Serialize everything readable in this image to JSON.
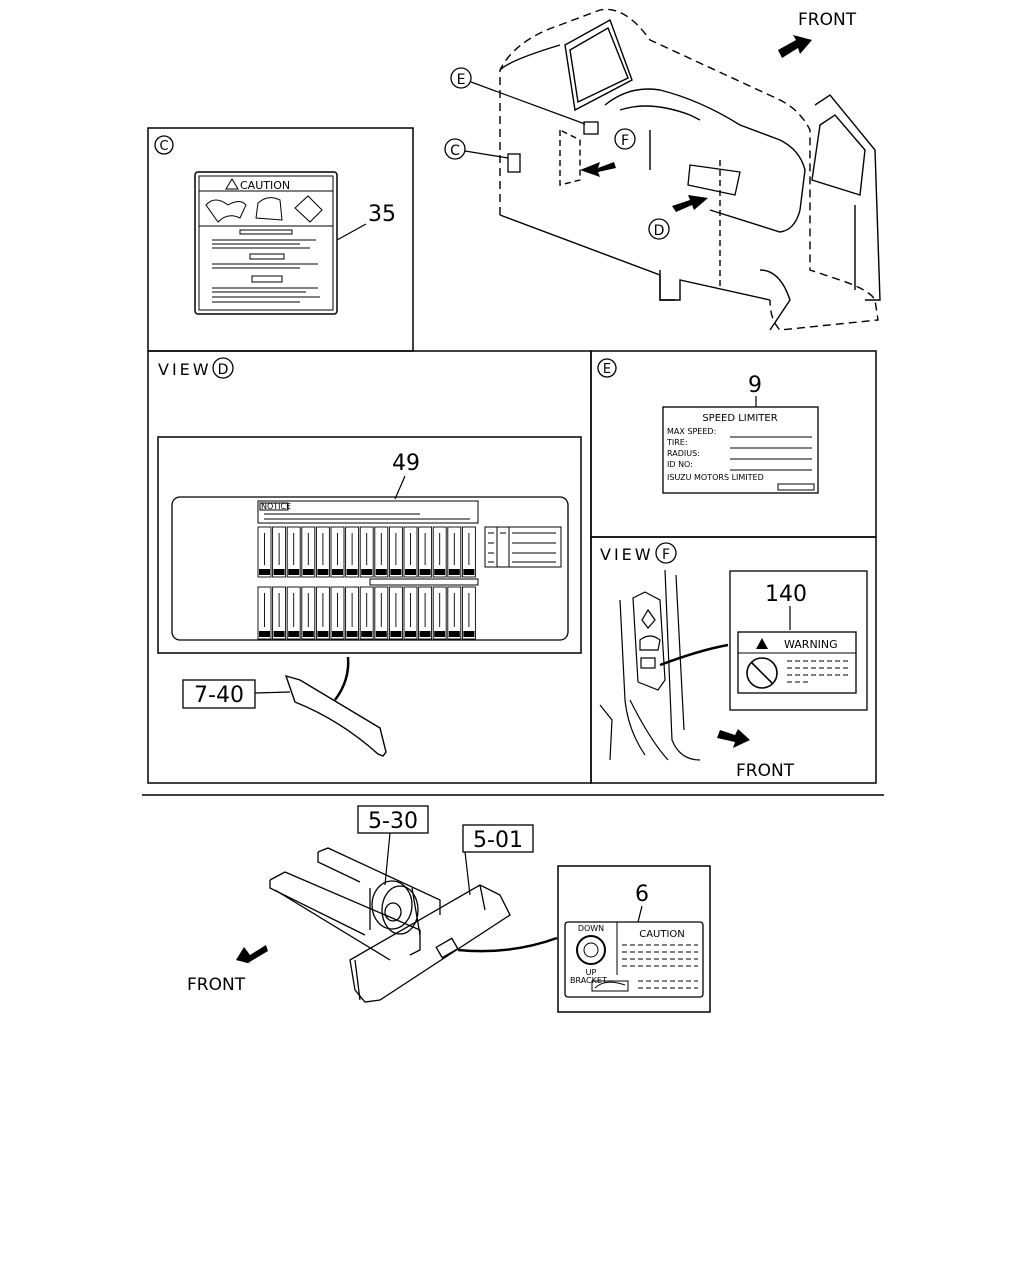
{
  "labels": {
    "front_top": "FRONT",
    "front_view_f": "FRONT",
    "front_bottom": "FRONT",
    "view_d_title": "VIEW",
    "view_f_title": "VIEW"
  },
  "callouts": {
    "c": "C",
    "d": "D",
    "e": "E",
    "f": "F"
  },
  "part_numbers": {
    "caution_label": "35",
    "notice_panel": "49",
    "glovebox_ref": "7-40",
    "speed_limiter_label": "9",
    "warning_label": "140",
    "frame_ref_a": "5-30",
    "frame_ref_b": "5-01",
    "spare_tire_label": "6"
  },
  "caution_plate": {
    "title": "CAUTION"
  },
  "speed_limiter_plate": {
    "title": "SPEED LIMITER",
    "rows": [
      "MAX SPEED:",
      "TIRE:",
      "RADIUS:",
      "ID NO:"
    ],
    "maker": "ISUZU MOTORS LIMITED"
  },
  "warning_plate": {
    "title": "WARNING"
  },
  "notice_panel": {
    "title": "NOTICE"
  },
  "spare_plate": {
    "down": "DOWN",
    "up": "UP",
    "bracket": "BRACKET",
    "caution": "CAUTION"
  },
  "colors": {
    "line": "#000000",
    "background": "#ffffff"
  }
}
